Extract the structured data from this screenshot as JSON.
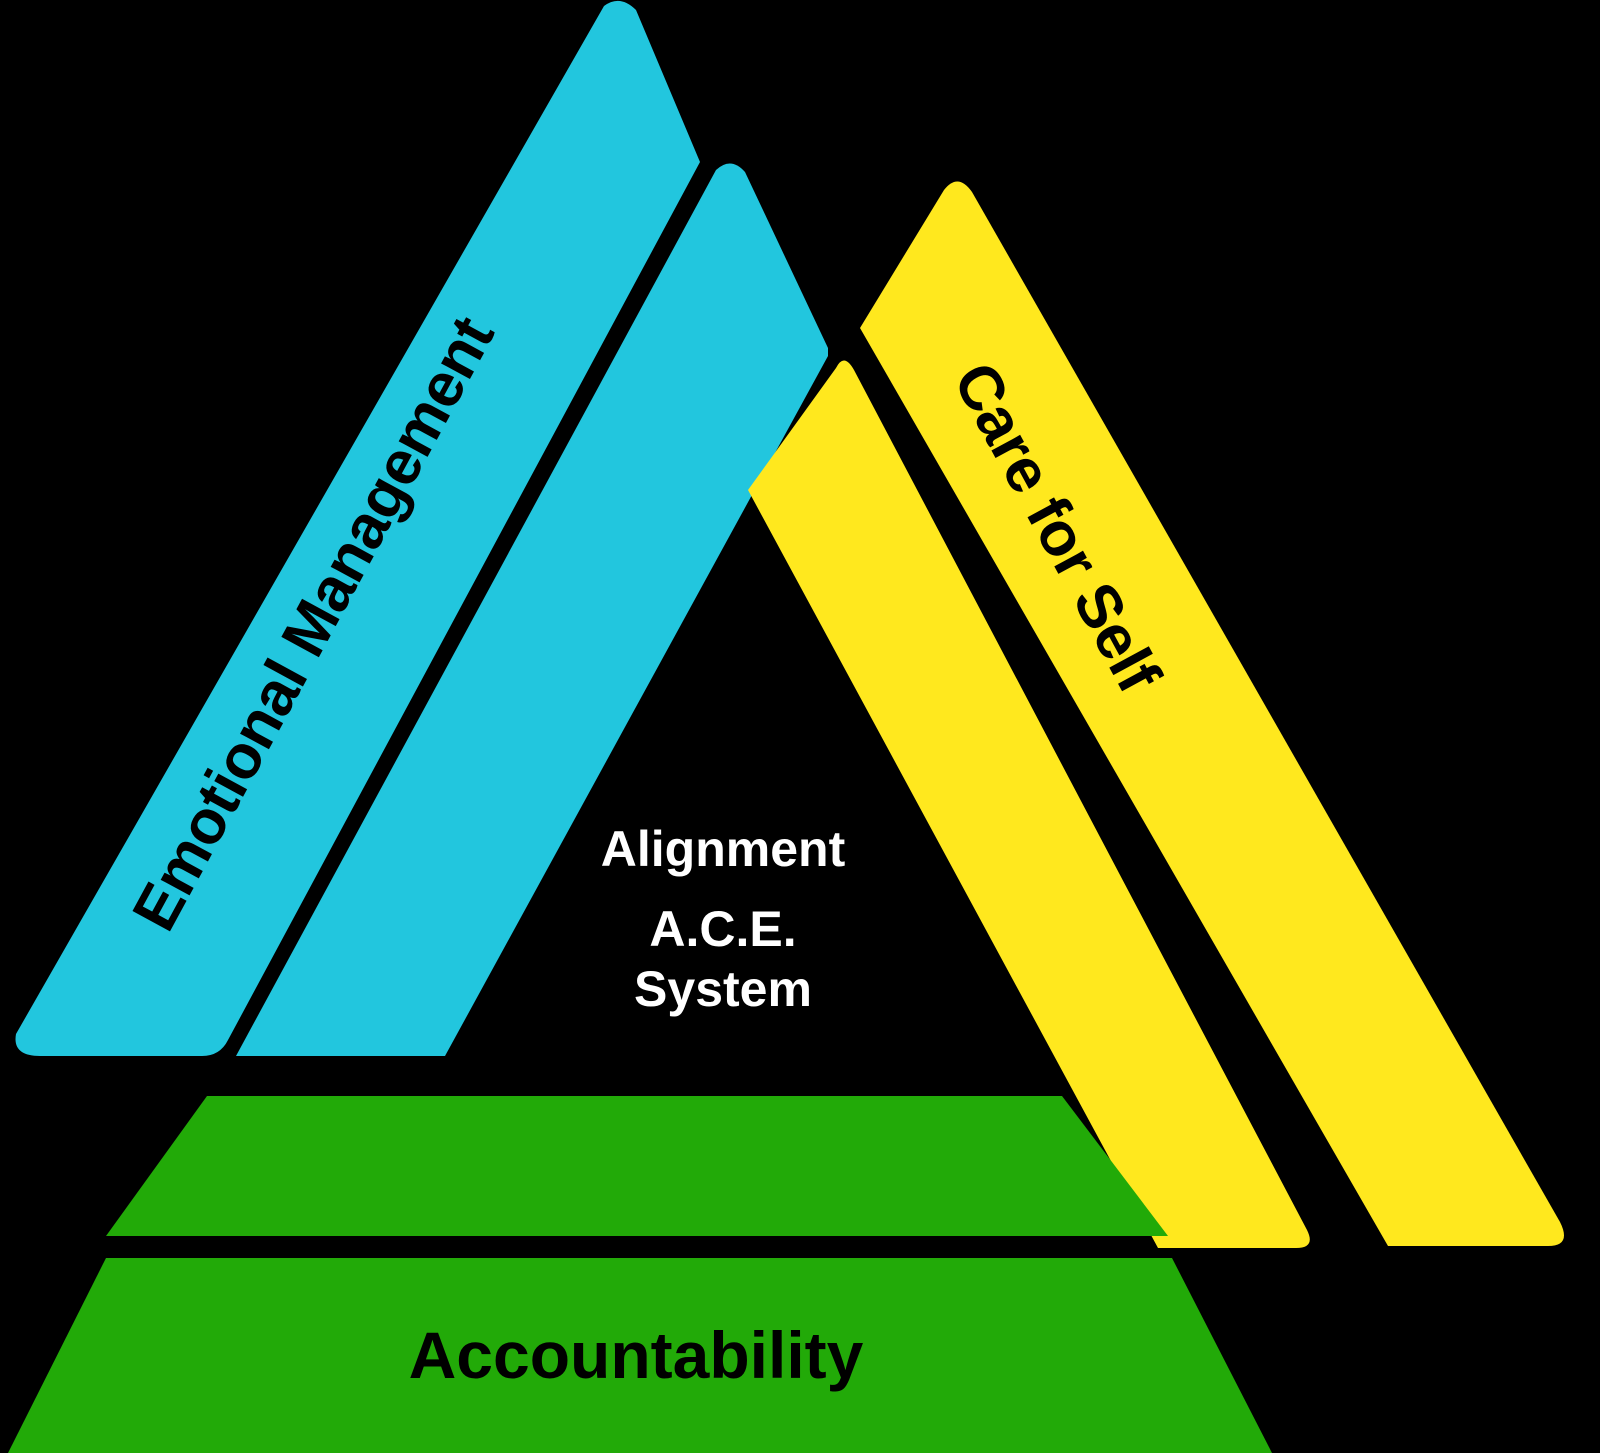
{
  "diagram": {
    "title": "Alignment A.C.E. System",
    "background_color": "#000000",
    "shape": "triangle-pyramid",
    "bars": [
      {
        "id": "emotional-management-outer",
        "label": "Emotional Management",
        "color": "#22C6DE",
        "side": "left",
        "label_color": "#000000"
      },
      {
        "id": "emotional-management-inner",
        "label": "",
        "color": "#22C6DE",
        "side": "left",
        "label_color": "#000000"
      },
      {
        "id": "care-for-self-inner",
        "label": "",
        "color": "#FFE81E",
        "side": "right",
        "label_color": "#000000"
      },
      {
        "id": "care-for-self-outer",
        "label": "Care for Self",
        "color": "#FFE81E",
        "side": "right",
        "label_color": "#000000"
      },
      {
        "id": "accountability-upper",
        "label": "",
        "color": "#22AA08",
        "side": "base",
        "label_color": "#000000"
      },
      {
        "id": "accountability-lower",
        "label": "Accountability",
        "color": "#22AA08",
        "side": "base",
        "label_color": "#000000"
      }
    ],
    "center_text": {
      "line1": "Alignment",
      "line2": "A.C.E.",
      "line3": "System",
      "color": "#FFFFFF"
    },
    "labels": {
      "left_bar": "Emotional Management",
      "right_bar": "Care for Self",
      "base_bar": "Accountability"
    },
    "colors": {
      "cyan": "#22C6DE",
      "yellow": "#FFE81E",
      "green": "#22AA08",
      "black": "#000000",
      "white": "#FFFFFF"
    }
  }
}
